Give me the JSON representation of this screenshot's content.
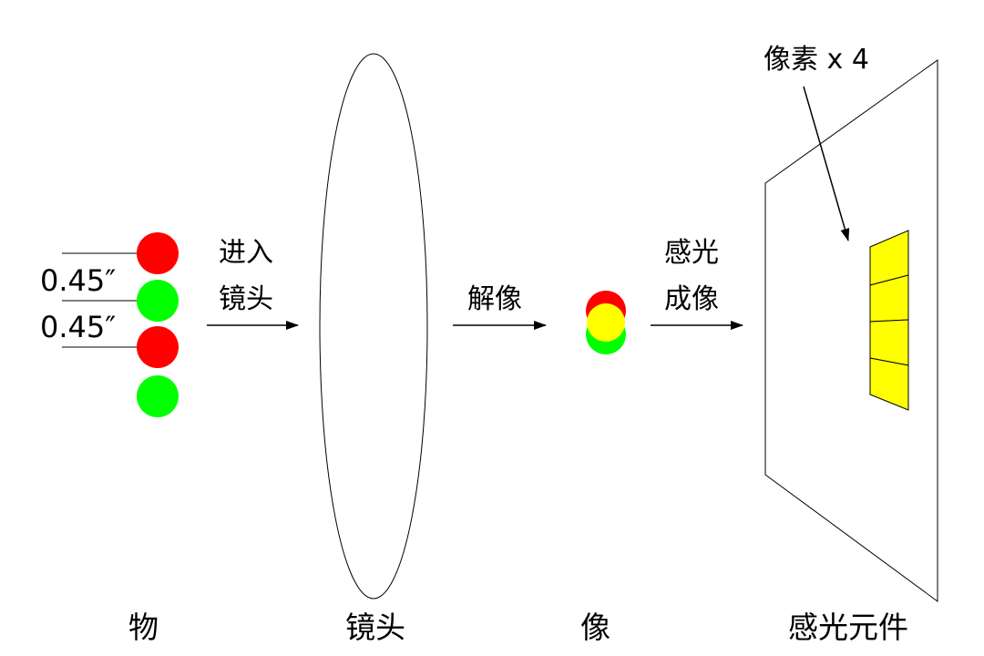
{
  "labels": {
    "object": "物",
    "lens": "镜头",
    "image": "像",
    "sensor": "感光元件",
    "enter_lens_line1": "进入",
    "enter_lens_line2": "镜头",
    "resolve": "解像",
    "expose_line1": "感光",
    "expose_line2": "成像",
    "pixels": "像素 x 4",
    "spacing_top": "0.45″",
    "spacing_bottom": "0.45″"
  },
  "colors": {
    "red_dot": "#ff0000",
    "green_dot": "#00ff00",
    "pixel_fill": "#ffff00",
    "line": "#000000"
  },
  "object_dots": [
    "red",
    "green",
    "red",
    "green"
  ],
  "sensor_pixel_count": 4
}
